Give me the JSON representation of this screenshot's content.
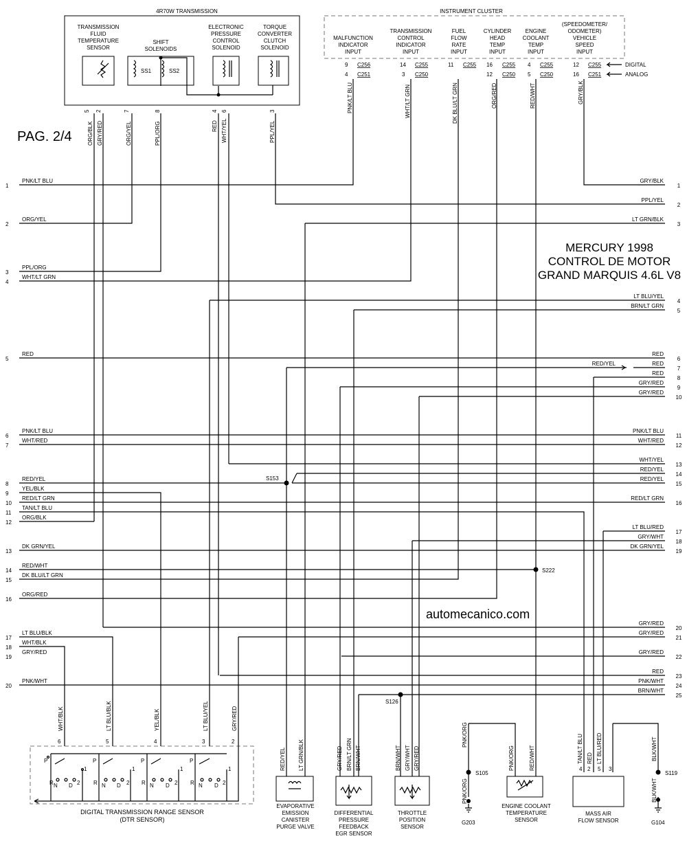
{
  "page_label": "PAG. 2/4",
  "title_lines": [
    "MERCURY 1998",
    "CONTROL DE MOTOR",
    "GRAND MARQUIS 4.6L V8"
  ],
  "watermark": "automecanico.com",
  "transmission": {
    "title": "4R70W TRANSMISSION",
    "components": [
      {
        "lines": [
          "TRANSMISSION",
          "FLUID",
          "TEMPERATURE",
          "SENSOR"
        ]
      },
      {
        "lines": [
          "SHIFT",
          "SOLENOIDS"
        ]
      },
      {
        "lines": [
          "ELECTRONIC",
          "PRESSURE",
          "CONTROL",
          "SOLENOID"
        ]
      },
      {
        "lines": [
          "TORQUE",
          "CONVERTER",
          "CLUTCH",
          "SOLENOID"
        ]
      }
    ],
    "solenoid_labels": [
      "SS1",
      "SS2"
    ],
    "pins": [
      {
        "pin": "5",
        "wire": "ORG/BLK"
      },
      {
        "pin": "2",
        "wire": "GRY/RED"
      },
      {
        "pin": "7",
        "wire": "ORG/YEL"
      },
      {
        "pin": "8",
        "wire": "PPL/ORG"
      },
      {
        "pin": "4",
        "wire": "RED"
      },
      {
        "pin": "6",
        "wire": "WHT/YEL"
      },
      {
        "pin": "3",
        "wire": "PPL/YEL"
      }
    ]
  },
  "cluster": {
    "title": "INSTRUMENT CLUSTER",
    "inputs": [
      {
        "lines": [
          "MALFUNCTION",
          "INDICATOR",
          "INPUT"
        ],
        "p1": "9",
        "c1": "C256",
        "p2": "4",
        "c2": "C251",
        "wire": "PNK/LT BLU"
      },
      {
        "lines": [
          "TRANSMISSION",
          "CONTROL",
          "INDICATOR",
          "INPUT"
        ],
        "p1": "14",
        "c1": "C255",
        "p2": "3",
        "c2": "C250",
        "wire": "WHT/LT GRN"
      },
      {
        "lines": [
          "FUEL",
          "FLOW",
          "RATE",
          "INPUT"
        ],
        "p1": "11",
        "c1": "C255",
        "p2": "",
        "c2": "",
        "wire": "DK BLU/LT GRN"
      },
      {
        "lines": [
          "CYLINDER",
          "HEAD",
          "TEMP",
          "INPUT"
        ],
        "p1": "16",
        "c1": "C255",
        "p2": "12",
        "c2": "C250",
        "wire": "ORG/RED"
      },
      {
        "lines": [
          "ENGINE",
          "COOLANT",
          "TEMP",
          "INPUT"
        ],
        "p1": "4",
        "c1": "C255",
        "p2": "5",
        "c2": "C250",
        "wire": "RED/WHT"
      },
      {
        "lines": [
          "(SPEEDOMETER/",
          "ODOMETER)",
          "VEHICLE",
          "SPEED",
          "INPUT"
        ],
        "p1": "12",
        "c1": "C255",
        "p2": "16",
        "c2": "C251",
        "wire": "GRY/BLK"
      }
    ],
    "digital": "DIGITAL",
    "analog": "ANALOG"
  },
  "left_wires": [
    {
      "num": "1",
      "label": "PNK/LT BLU"
    },
    {
      "num": "2",
      "label": "ORG/YEL"
    },
    {
      "num": "3",
      "label": "PPL/ORG"
    },
    {
      "num": "4",
      "label": "WHT/LT GRN"
    },
    {
      "num": "5",
      "label": "RED"
    },
    {
      "num": "6",
      "label": "PNK/LT BLU"
    },
    {
      "num": "7",
      "label": "WHT/RED"
    },
    {
      "num": "8",
      "label": "RED/YEL"
    },
    {
      "num": "9",
      "label": "YEL/BLK"
    },
    {
      "num": "10",
      "label": "RED/LT GRN"
    },
    {
      "num": "11",
      "label": "TAN/LT BLU"
    },
    {
      "num": "12",
      "label": "ORG/BLK"
    },
    {
      "num": "13",
      "label": "DK GRN/YEL"
    },
    {
      "num": "14",
      "label": "RED/WHT"
    },
    {
      "num": "15",
      "label": "DK BLU/LT GRN"
    },
    {
      "num": "16",
      "label": "ORG/RED"
    },
    {
      "num": "17",
      "label": "LT BLU/BLK"
    },
    {
      "num": "18",
      "label": "WHT/BLK"
    },
    {
      "num": "19",
      "label": "GRY/RED"
    },
    {
      "num": "20",
      "label": "PNK/WHT"
    }
  ],
  "right_wires": [
    {
      "num": "1",
      "label": "GRY/BLK"
    },
    {
      "num": "2",
      "label": "PPL/YEL"
    },
    {
      "num": "3",
      "label": "LT GRN/BLK"
    },
    {
      "num": "4",
      "label": "LT BLU/YEL"
    },
    {
      "num": "5",
      "label": "BRN/LT GRN"
    },
    {
      "num": "6",
      "label": "RED"
    },
    {
      "num": "7",
      "label": "RED"
    },
    {
      "num": "8",
      "label": "RED"
    },
    {
      "num": "9",
      "label": "GRY/RED"
    },
    {
      "num": "10",
      "label": "GRY/RED"
    },
    {
      "num": "11",
      "label": "PNK/LT BLU"
    },
    {
      "num": "12",
      "label": "WHT/RED"
    },
    {
      "num": "13",
      "label": "WHT/YEL"
    },
    {
      "num": "14",
      "label": "RED/YEL"
    },
    {
      "num": "15",
      "label": "RED/YEL"
    },
    {
      "num": "16",
      "label": "RED/LT GRN"
    },
    {
      "num": "17",
      "label": "LT BLU/RED"
    },
    {
      "num": "18",
      "label": "GRY/WHT"
    },
    {
      "num": "19",
      "label": "DK GRN/YEL"
    },
    {
      "num": "20",
      "label": "GRY/RED"
    },
    {
      "num": "21",
      "label": "GRY/RED"
    },
    {
      "num": "22",
      "label": "GRY/RED"
    },
    {
      "num": "23",
      "label": "RED"
    },
    {
      "num": "24",
      "label": "PNK/WHT"
    },
    {
      "num": "25",
      "label": "BRN/WHT"
    }
  ],
  "extra_labels": {
    "red_yel": "RED/YEL"
  },
  "splices": {
    "s153": "S153",
    "s222": "S222",
    "s126": "S126",
    "s105": "S105",
    "s119": "S119"
  },
  "grounds": {
    "g203": "G203",
    "g104": "G104"
  },
  "dtr": {
    "name_lines": [
      "DIGITAL TRANSMISSION RANGE SENSOR",
      "(DTR SENSOR)"
    ],
    "pins": [
      {
        "pin": "6",
        "wire": "WHT/BLK"
      },
      {
        "pin": "5",
        "wire": "LT BLU/BLK"
      },
      {
        "pin": "4",
        "wire": "YEL/BLK"
      },
      {
        "pin": "3",
        "wire": "LT BLU/YEL"
      },
      {
        "pin": "2",
        "wire": "GRY/RED"
      }
    ],
    "positions": [
      "P",
      "R",
      "N",
      "D",
      "2",
      "1"
    ]
  },
  "sensors": {
    "evap": {
      "name_lines": [
        "EVAPORATIVE",
        "EMISSION",
        "CANISTER",
        "PURGE VALVE"
      ],
      "wires": [
        "RED/YEL",
        "LT GRN/BLK"
      ]
    },
    "dpfe": {
      "name_lines": [
        "DIFFERENTIAL",
        "PRESSURE",
        "FEEDBACK",
        "EGR SENSOR"
      ],
      "wires": [
        "GRY/RED",
        "BRN/LT GRN",
        "BRN/WHT"
      ]
    },
    "tps": {
      "name_lines": [
        "THROTTLE",
        "POSITION",
        "SENSOR"
      ],
      "wires": [
        "BRN/WHT",
        "GRY/WHT",
        "GRY/RED"
      ]
    },
    "ect": {
      "name_lines": [
        "ENGINE COOLANT",
        "TEMPERATURE",
        "SENSOR"
      ],
      "wires": [
        "PNK/ORG",
        "RED/WHT"
      ]
    },
    "maf": {
      "name_lines": [
        "MASS AIR",
        "FLOW SENSOR"
      ],
      "pins": [
        "4",
        "2",
        "5",
        "3"
      ],
      "wires": [
        "TAN/LT BLU",
        "RED",
        "LT BLU/RED"
      ]
    },
    "g203_wires": [
      "PNK/ORG",
      "PNK/ORG"
    ],
    "g104_wires": [
      "BLK/WHT",
      "BLK/WHT"
    ]
  }
}
